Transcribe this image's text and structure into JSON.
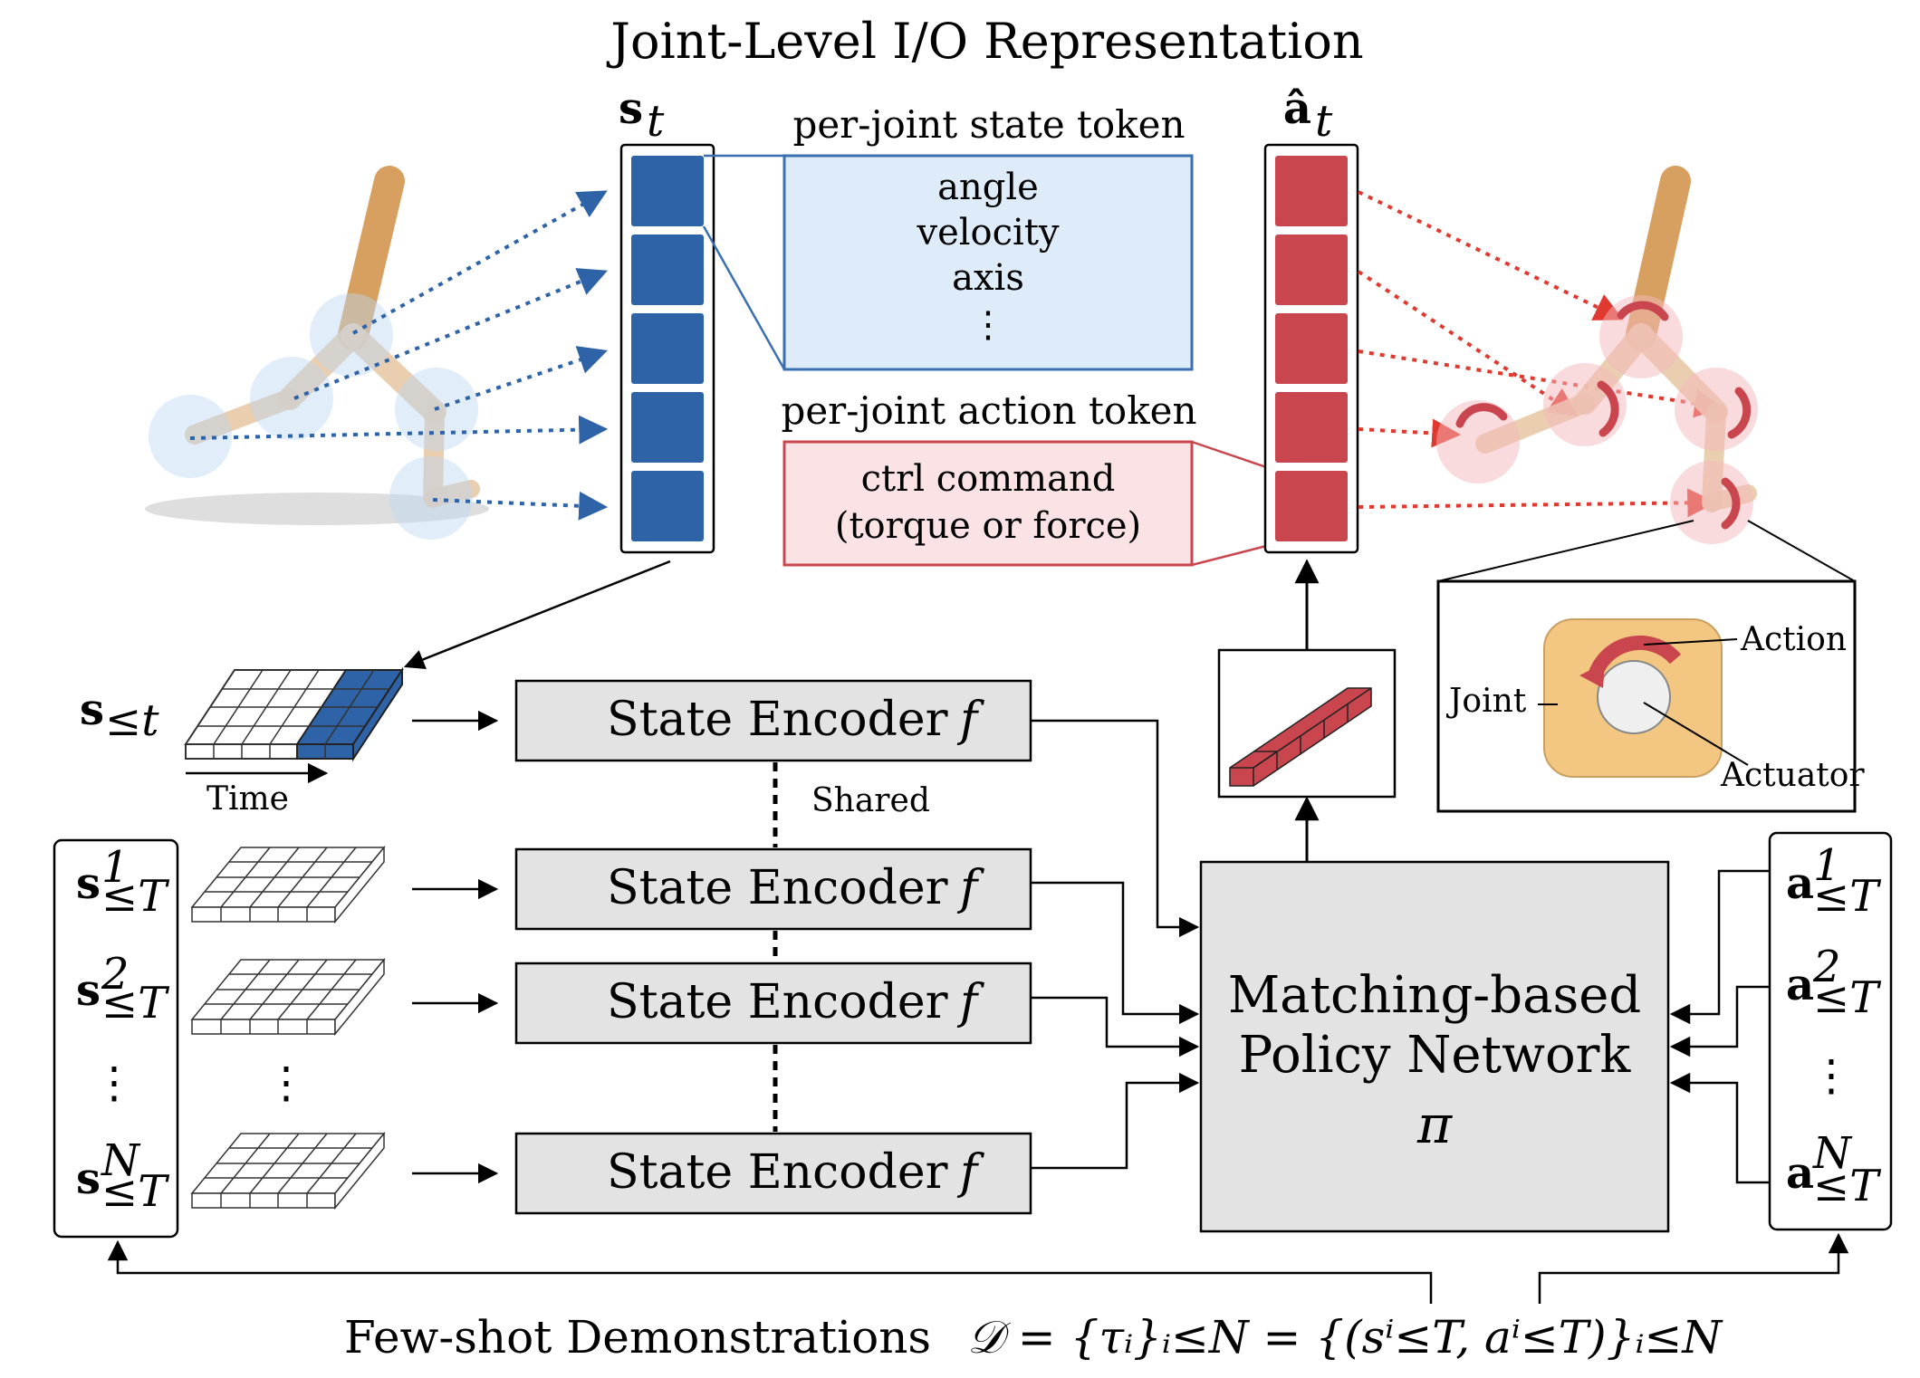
{
  "title": "Joint-Level I/O Representation",
  "state_vector": {
    "symbol": "s",
    "subscript": "t"
  },
  "action_vector": {
    "symbol": "â",
    "subscript": "t"
  },
  "state_token": {
    "header": "per-joint state token",
    "items": [
      "angle",
      "velocity",
      "axis",
      "⋮"
    ]
  },
  "action_token": {
    "header": "per-joint action token",
    "lines": [
      "ctrl command",
      "(torque or force)"
    ]
  },
  "query_state": {
    "symbol": "s",
    "subscript": "≤t"
  },
  "time_label": "Time",
  "shared_label": "Shared",
  "encoders": [
    {
      "label": "State Encoder",
      "symbol": "f"
    },
    {
      "label": "State Encoder",
      "symbol": "f"
    },
    {
      "label": "State Encoder",
      "symbol": "f"
    },
    {
      "label": "State Encoder",
      "symbol": "f"
    }
  ],
  "support_states": [
    {
      "symbol": "s",
      "sup": "1",
      "sub": "≤T"
    },
    {
      "symbol": "s",
      "sup": "2",
      "sub": "≤T"
    },
    {
      "symbol": "⋮",
      "sup": "",
      "sub": ""
    },
    {
      "symbol": "s",
      "sup": "N",
      "sub": "≤T"
    }
  ],
  "support_actions": [
    {
      "symbol": "a",
      "sup": "1",
      "sub": "≤T"
    },
    {
      "symbol": "a",
      "sup": "2",
      "sub": "≤T"
    },
    {
      "symbol": "⋮",
      "sup": "",
      "sub": ""
    },
    {
      "symbol": "a",
      "sup": "N",
      "sub": "≤T"
    }
  ],
  "policy": {
    "line1": "Matching-based",
    "line2": "Policy Network",
    "symbol": "π"
  },
  "inset": {
    "action": "Action",
    "joint": "Joint",
    "actuator": "Actuator"
  },
  "footer": {
    "text": "Few-shot Demonstrations",
    "formula": "𝒟 = {τᵢ}ᵢ≤N = {(sⁱ≤T, aⁱ≤T)}ᵢ≤N"
  },
  "colors": {
    "state_blue": "#2f63a8",
    "state_box_fill": "#deecf9",
    "state_box_border": "#3a6fb0",
    "action_red": "#c9464f",
    "action_box_fill": "#fbe3e5",
    "action_box_border": "#c9464f",
    "encoder_fill": "#e3e3e3",
    "joint_orange": "#e8b87a"
  }
}
